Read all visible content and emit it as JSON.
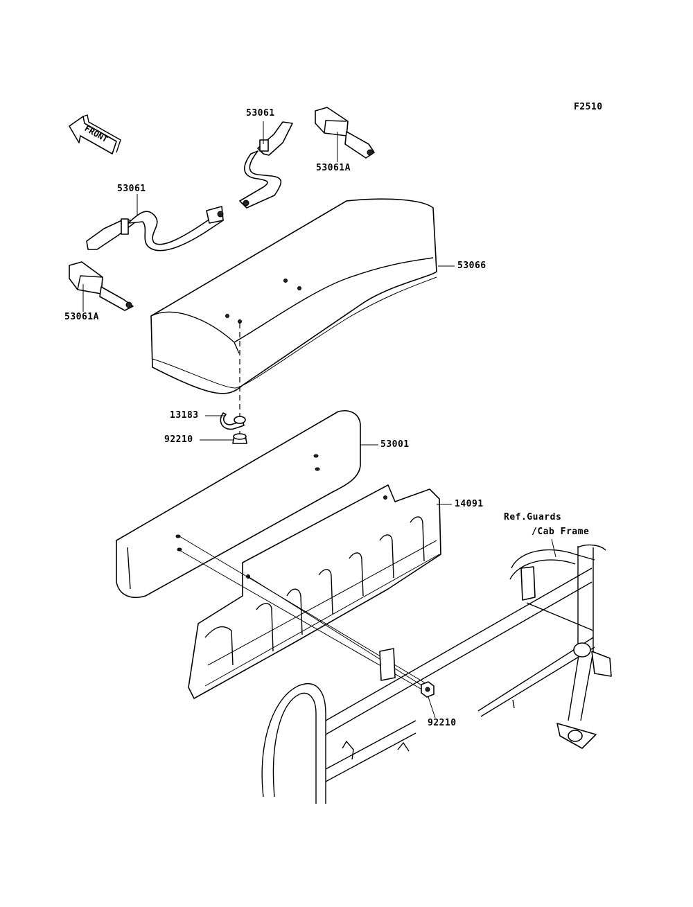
{
  "figure_id": "F2510",
  "front_arrow_text": "FRONT",
  "callouts": {
    "strap_top": "53061",
    "buckle_top": "53061A",
    "strap_left": "53061",
    "buckle_left": "53061A",
    "seat_cushion": "53066",
    "clip": "13183",
    "nut_upper": "92210",
    "backrest": "53001",
    "seat_plate": "14091",
    "ref_line1": "Ref.Guards",
    "ref_line2": "/Cab Frame",
    "nut_lower": "92210"
  }
}
